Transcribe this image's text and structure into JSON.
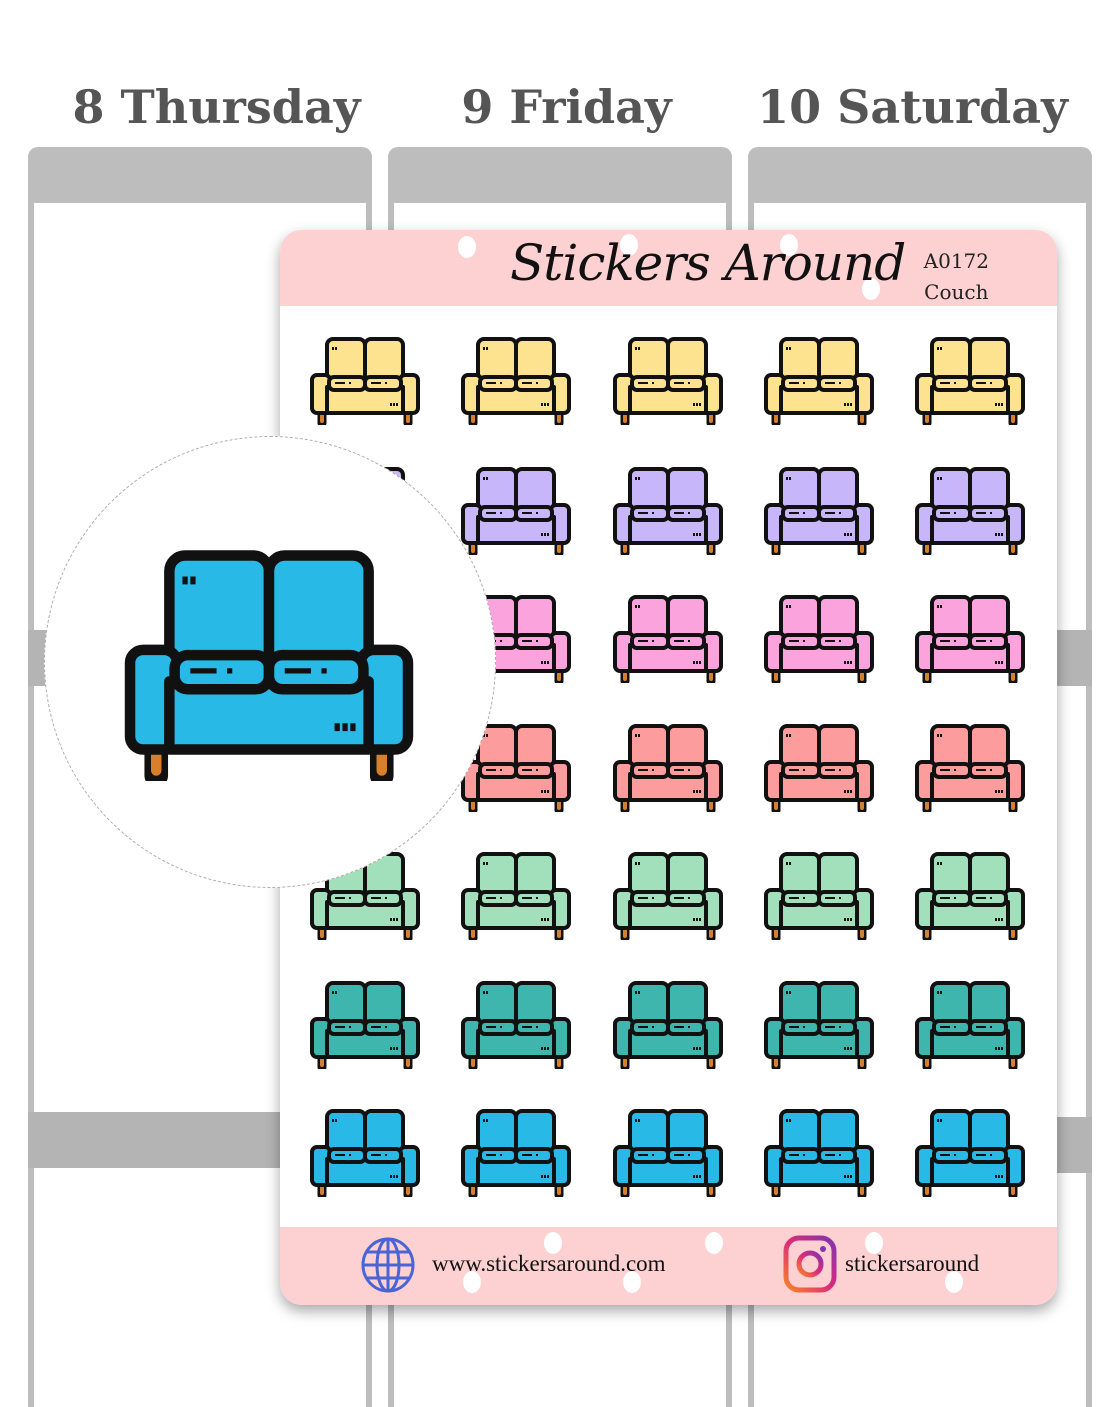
{
  "planner": {
    "days": [
      "8 Thursday",
      "9 Friday",
      "10 Saturday"
    ]
  },
  "sheet": {
    "brand": "Stickers Around",
    "code": "A0172",
    "name": "Couch",
    "website": "www.stickersaround.com",
    "instagram": "stickersaround",
    "rows": [
      {
        "color": "#fde38f"
      },
      {
        "color": "#c8b6fb"
      },
      {
        "color": "#fba3dd"
      },
      {
        "color": "#fc9c9d"
      },
      {
        "color": "#a1e0bb"
      },
      {
        "color": "#3eb5ad"
      },
      {
        "color": "#28b9e6"
      }
    ],
    "columns": 5,
    "header_color": "#fdd0d2"
  },
  "preview": {
    "color": "#28b9e6"
  }
}
